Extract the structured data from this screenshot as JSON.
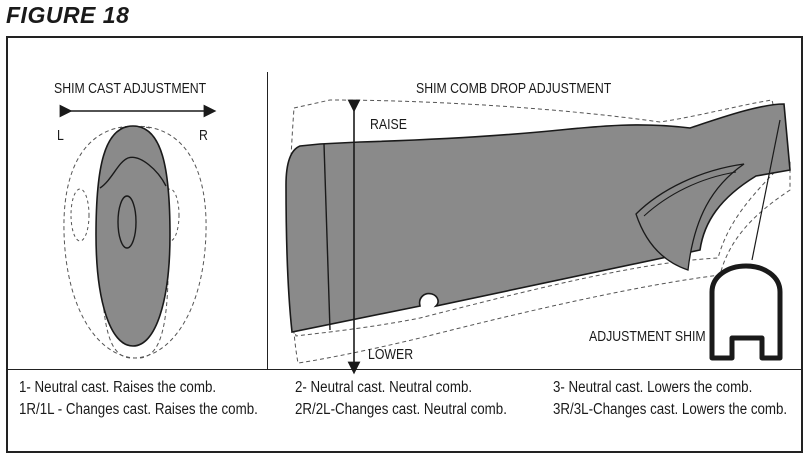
{
  "figure_title": "FIGURE 18",
  "left_panel": {
    "title": "SHIM CAST ADJUSTMENT",
    "left_label": "L",
    "right_label": "R"
  },
  "right_panel": {
    "title": "SHIM COMB DROP ADJUSTMENT",
    "raise_label": "RAISE",
    "lower_label": "LOWER",
    "shim_label": "ADJUSTMENT SHIM"
  },
  "captions": [
    {
      "line1": "1- Neutral cast. Raises the comb.",
      "line2": "1R/1L - Changes cast. Raises the comb."
    },
    {
      "line1": "2- Neutral cast. Neutral comb.",
      "line2": "2R/2L-Changes cast. Neutral comb."
    },
    {
      "line1": "3- Neutral cast. Lowers the comb.",
      "line2": "3R/3L-Changes cast. Lowers the comb."
    }
  ],
  "colors": {
    "fill": "#8a8a8a",
    "stroke": "#1a1a1a",
    "dashed": "#555555"
  }
}
